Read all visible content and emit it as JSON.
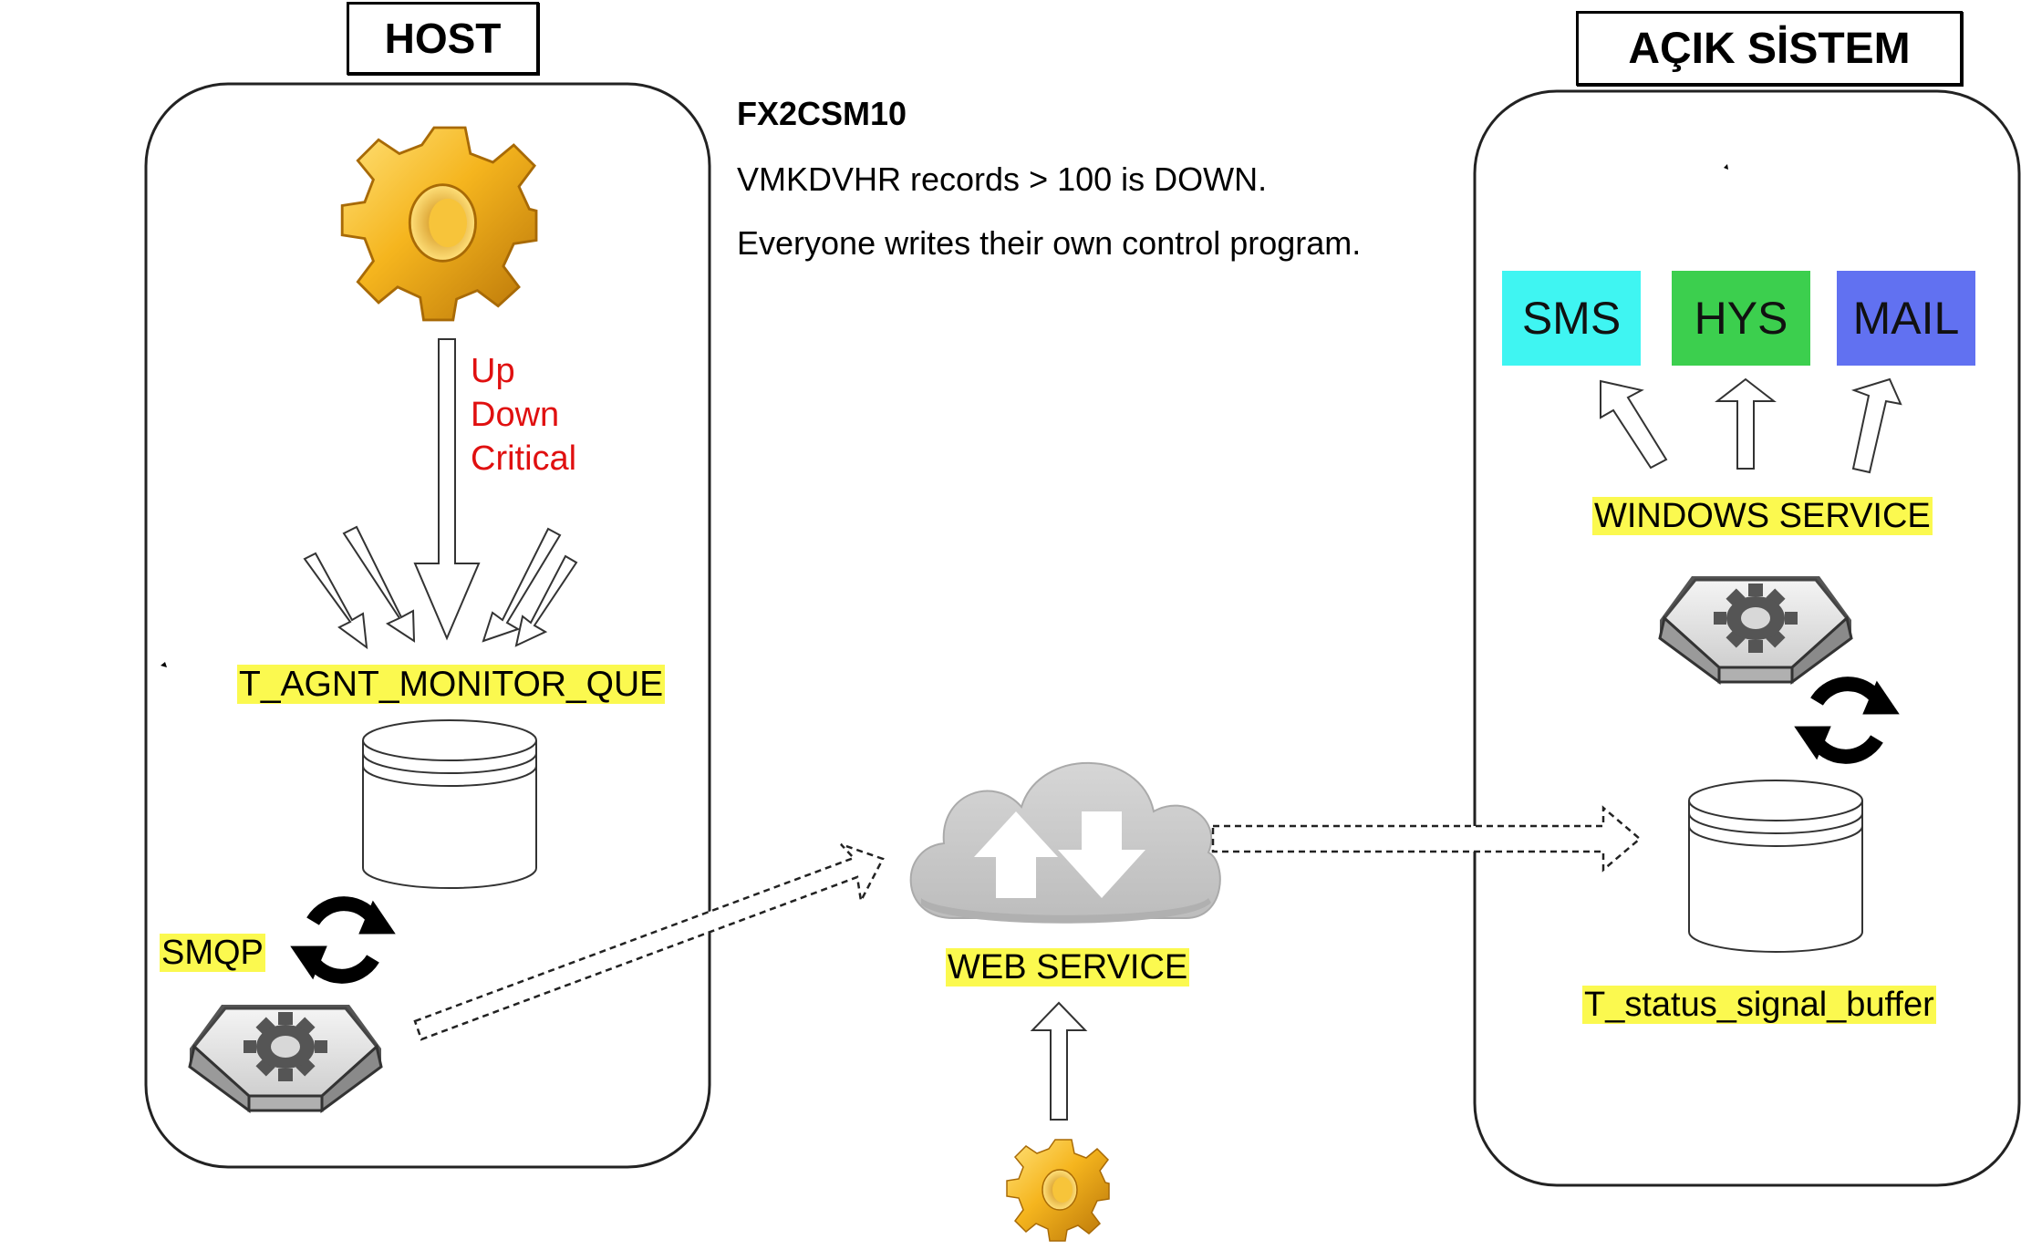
{
  "host": {
    "title": "HOST",
    "states": [
      "Up",
      "Down",
      "Critical"
    ],
    "queue_label": "T_AGNT_MONITOR_QUE",
    "smqp_label": "SMQP"
  },
  "open_system": {
    "title": "AÇIK SİSTEM",
    "services": [
      {
        "label": "SMS",
        "color": "#3ff5f2"
      },
      {
        "label": "HYS",
        "color": "#3ccf4e"
      },
      {
        "label": "MAIL",
        "color": "#6171f1"
      }
    ],
    "windows_service_label": "WINDOWS SERVICE",
    "buffer_label": "T_status_signal_buffer"
  },
  "notes": {
    "program": "FX2CSM10",
    "rule": "VMKDVHR records > 100 is DOWN.",
    "control": "Everyone writes their own control program."
  },
  "web_service_label": "WEB SERVICE",
  "colors": {
    "highlight": "#fbf94f",
    "state_text": "#e01010",
    "gear_gold": "#f2b21c",
    "cloud_gray": "#c9c9c9"
  },
  "icons": [
    "gear-icon",
    "database-icon",
    "sync-icon",
    "switch-icon",
    "cloud-icon",
    "arrow-icon"
  ]
}
